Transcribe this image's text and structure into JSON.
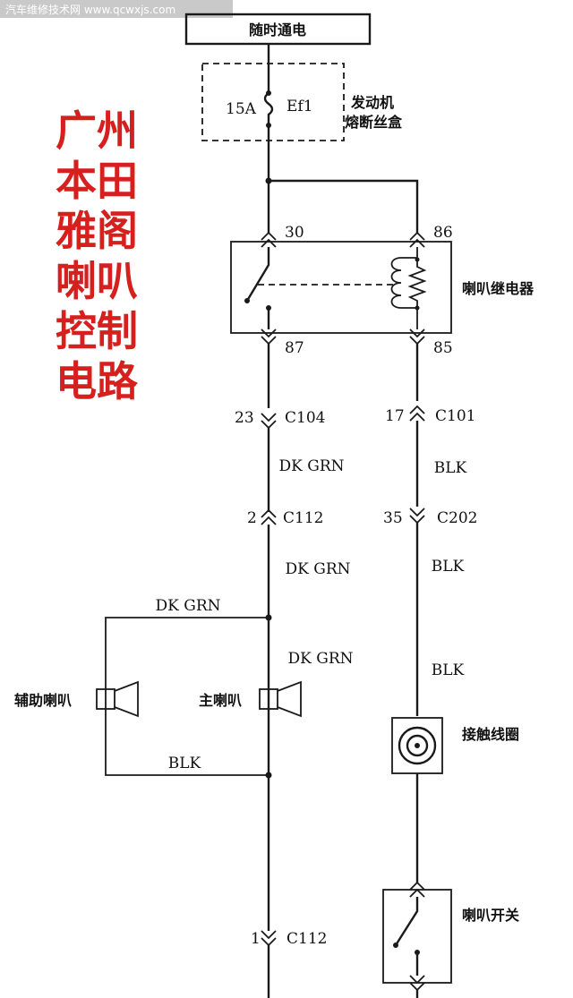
{
  "watermark": "汽车维修技术网 www.qcwxjs.com",
  "title_lines": [
    "广州",
    "本田",
    "雅阁",
    "喇叭",
    "控制",
    "电路"
  ],
  "colors": {
    "title": "#d6201e",
    "line": "#1a1a1a"
  },
  "power_source": "随时通电",
  "fuse": {
    "rating": "15A",
    "id": "Ef1",
    "box_label_1": "发动机",
    "box_label_2": "熔断丝盒"
  },
  "relay": {
    "name": "喇叭继电器",
    "pin_30": "30",
    "pin_86": "86",
    "pin_87": "87",
    "pin_85": "85"
  },
  "connectors": {
    "c104": {
      "pin": "23",
      "name": "C104"
    },
    "c101": {
      "pin": "17",
      "name": "C101"
    },
    "c112_top": {
      "pin": "2",
      "name": "C112"
    },
    "c202": {
      "pin": "35",
      "name": "C202"
    },
    "c112_bottom": {
      "pin": "1",
      "name": "C112"
    }
  },
  "wires": {
    "left_1": "DK GRN",
    "left_2": "DK GRN",
    "branch_top": "DK GRN",
    "left_3": "DK GRN",
    "right_1": "BLK",
    "right_2": "BLK",
    "right_3": "BLK",
    "branch_bottom": "BLK"
  },
  "components": {
    "aux_horn": "辅助喇叭",
    "main_horn": "主喇叭",
    "contact_coil": "接触线圈",
    "horn_switch": "喇叭开关"
  }
}
